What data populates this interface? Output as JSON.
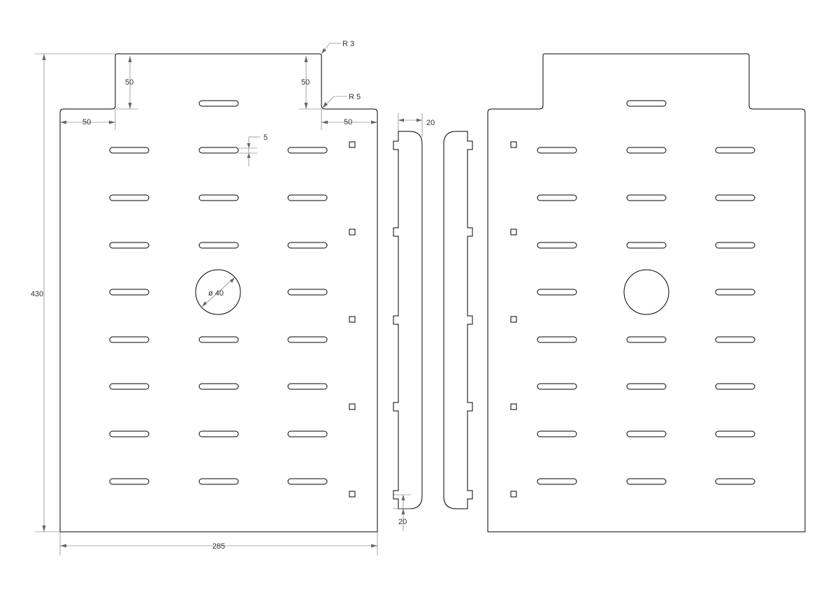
{
  "labels": {
    "r3": "R 3",
    "r5": "R 5",
    "tab_height_left": "50",
    "tab_height_right": "50",
    "tab_offset_left": "50",
    "tab_offset_right": "50",
    "slot_gap": "5",
    "hole_diameter": "ø 40",
    "total_height": "430",
    "total_width": "285",
    "strip_width": "20",
    "strip_end": "20"
  },
  "colors": {
    "line": "#000000",
    "dimension": "#666666",
    "background": "#ffffff"
  }
}
